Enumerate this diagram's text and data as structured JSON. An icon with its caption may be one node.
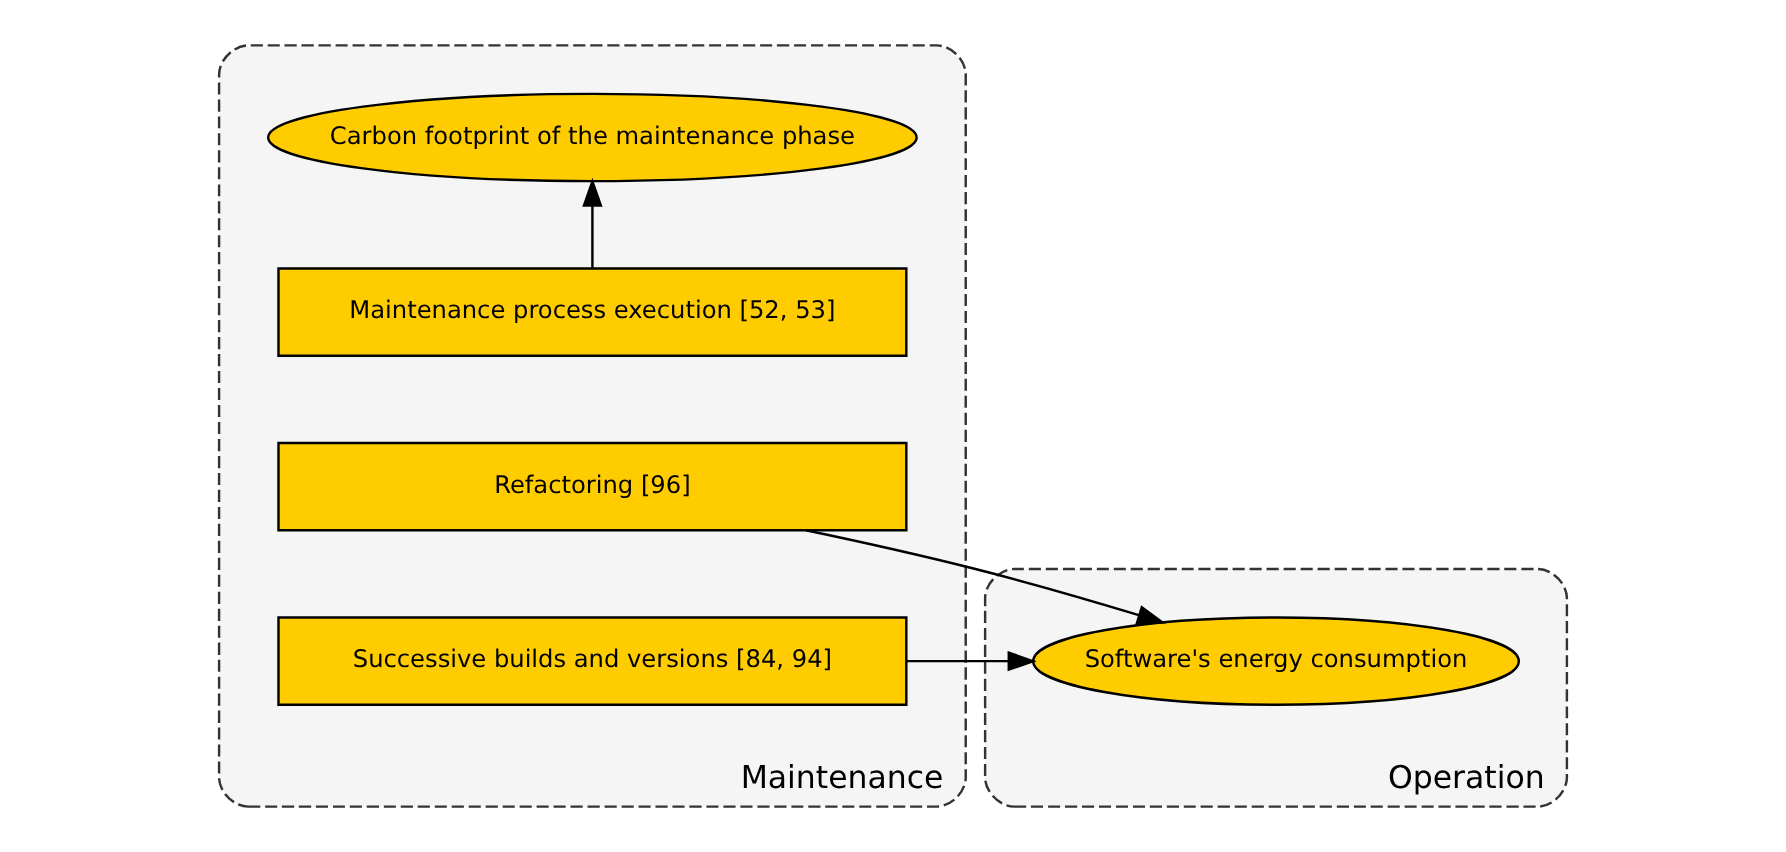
{
  "diagram": {
    "nodes": [
      {
        "text": [
          "Maintenance"
        ]
      },
      {
        "text": [
          "Carbon footprint of the maintenance phase"
        ],
        "in": 0
      },
      {
        "text": [
          "Maintenance process execution [52, 53]"
        ],
        "in": 0
      },
      {
        "text": [
          "Refactoring [96]"
        ],
        "in": 0
      },
      {
        "text": [
          "Successive builds and versions [84, 94]"
        ],
        "in": 0
      },
      {
        "text": [
          "Operation"
        ]
      },
      {
        "text": [
          "Software's energy consumption"
        ],
        "in": 5
      }
    ],
    "edges": [
      {
        "from": 2,
        "to": 1,
        "arrow": "to"
      },
      {
        "from": 3,
        "to": 6,
        "arrow": "to"
      },
      {
        "from": 4,
        "to": 6,
        "arrow": "to"
      }
    ]
  }
}
